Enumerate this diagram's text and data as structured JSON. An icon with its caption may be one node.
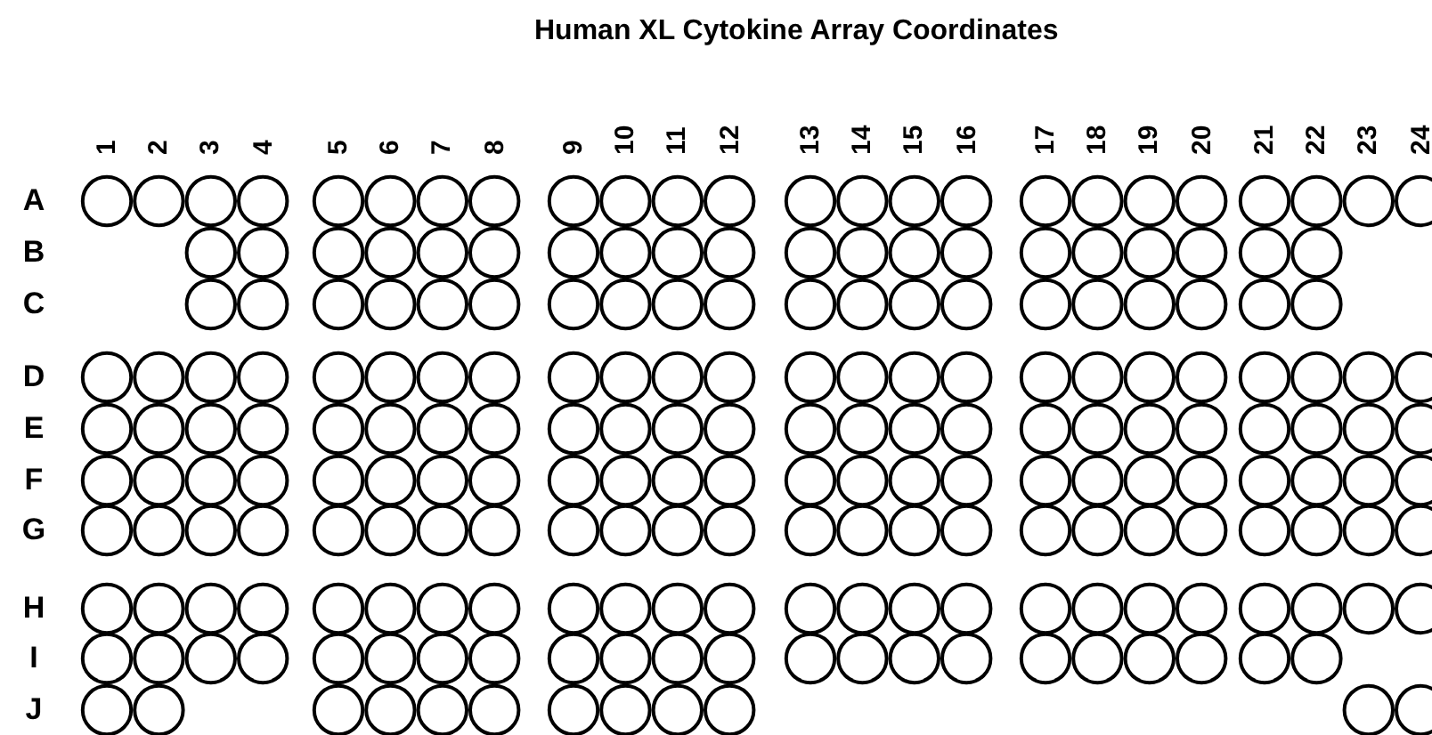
{
  "diagram": {
    "title": "Human XL Cytokine Array Coordinates",
    "labels": [
      "1",
      "2",
      "3",
      "4",
      "5",
      "6",
      "7",
      "8",
      "9",
      "10",
      "11",
      "12",
      "13",
      "14",
      "15",
      "16",
      "17",
      "18",
      "19",
      "20",
      "21",
      "22",
      "23",
      "24",
      "A",
      "B",
      "C",
      "D",
      "E",
      "F",
      "G",
      "H",
      "I",
      "J"
    ]
  }
}
